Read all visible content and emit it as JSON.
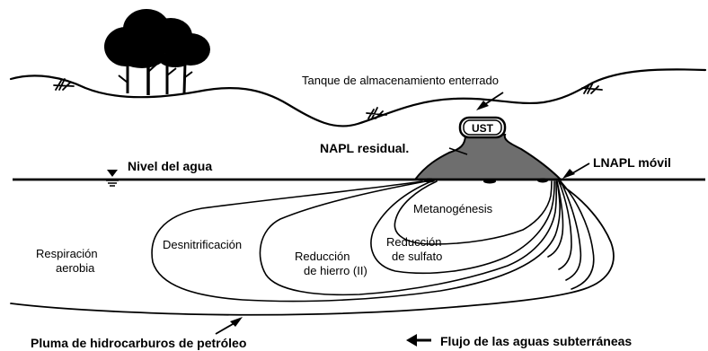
{
  "labels": {
    "tank": "Tanque de almacenamiento enterrado",
    "ust": "UST",
    "napl_residual": "NAPL residual.",
    "lnapl": "LNAPL móvil",
    "water_level": "Nivel del agua",
    "methanogenesis": "Metanogénesis",
    "sulfate_reduction_1": "Reducción",
    "sulfate_reduction_2": "de sulfato",
    "iron_reduction_1": "Reducción",
    "iron_reduction_2": "de hierro (II)",
    "denitrification": "Desnitrificación",
    "aerobic_1": "Respiración",
    "aerobic_2": "aerobia",
    "plume": "Pluma de hidrocarburos de petróleo",
    "flow": "Flujo de las aguas subterráneas"
  },
  "colors": {
    "ink": "#000000",
    "napl": "#6e6e6e",
    "background": "#ffffff"
  },
  "icons": {
    "flow_arrow": "arrow-left-icon",
    "water_marker": "water-table-marker-icon"
  }
}
